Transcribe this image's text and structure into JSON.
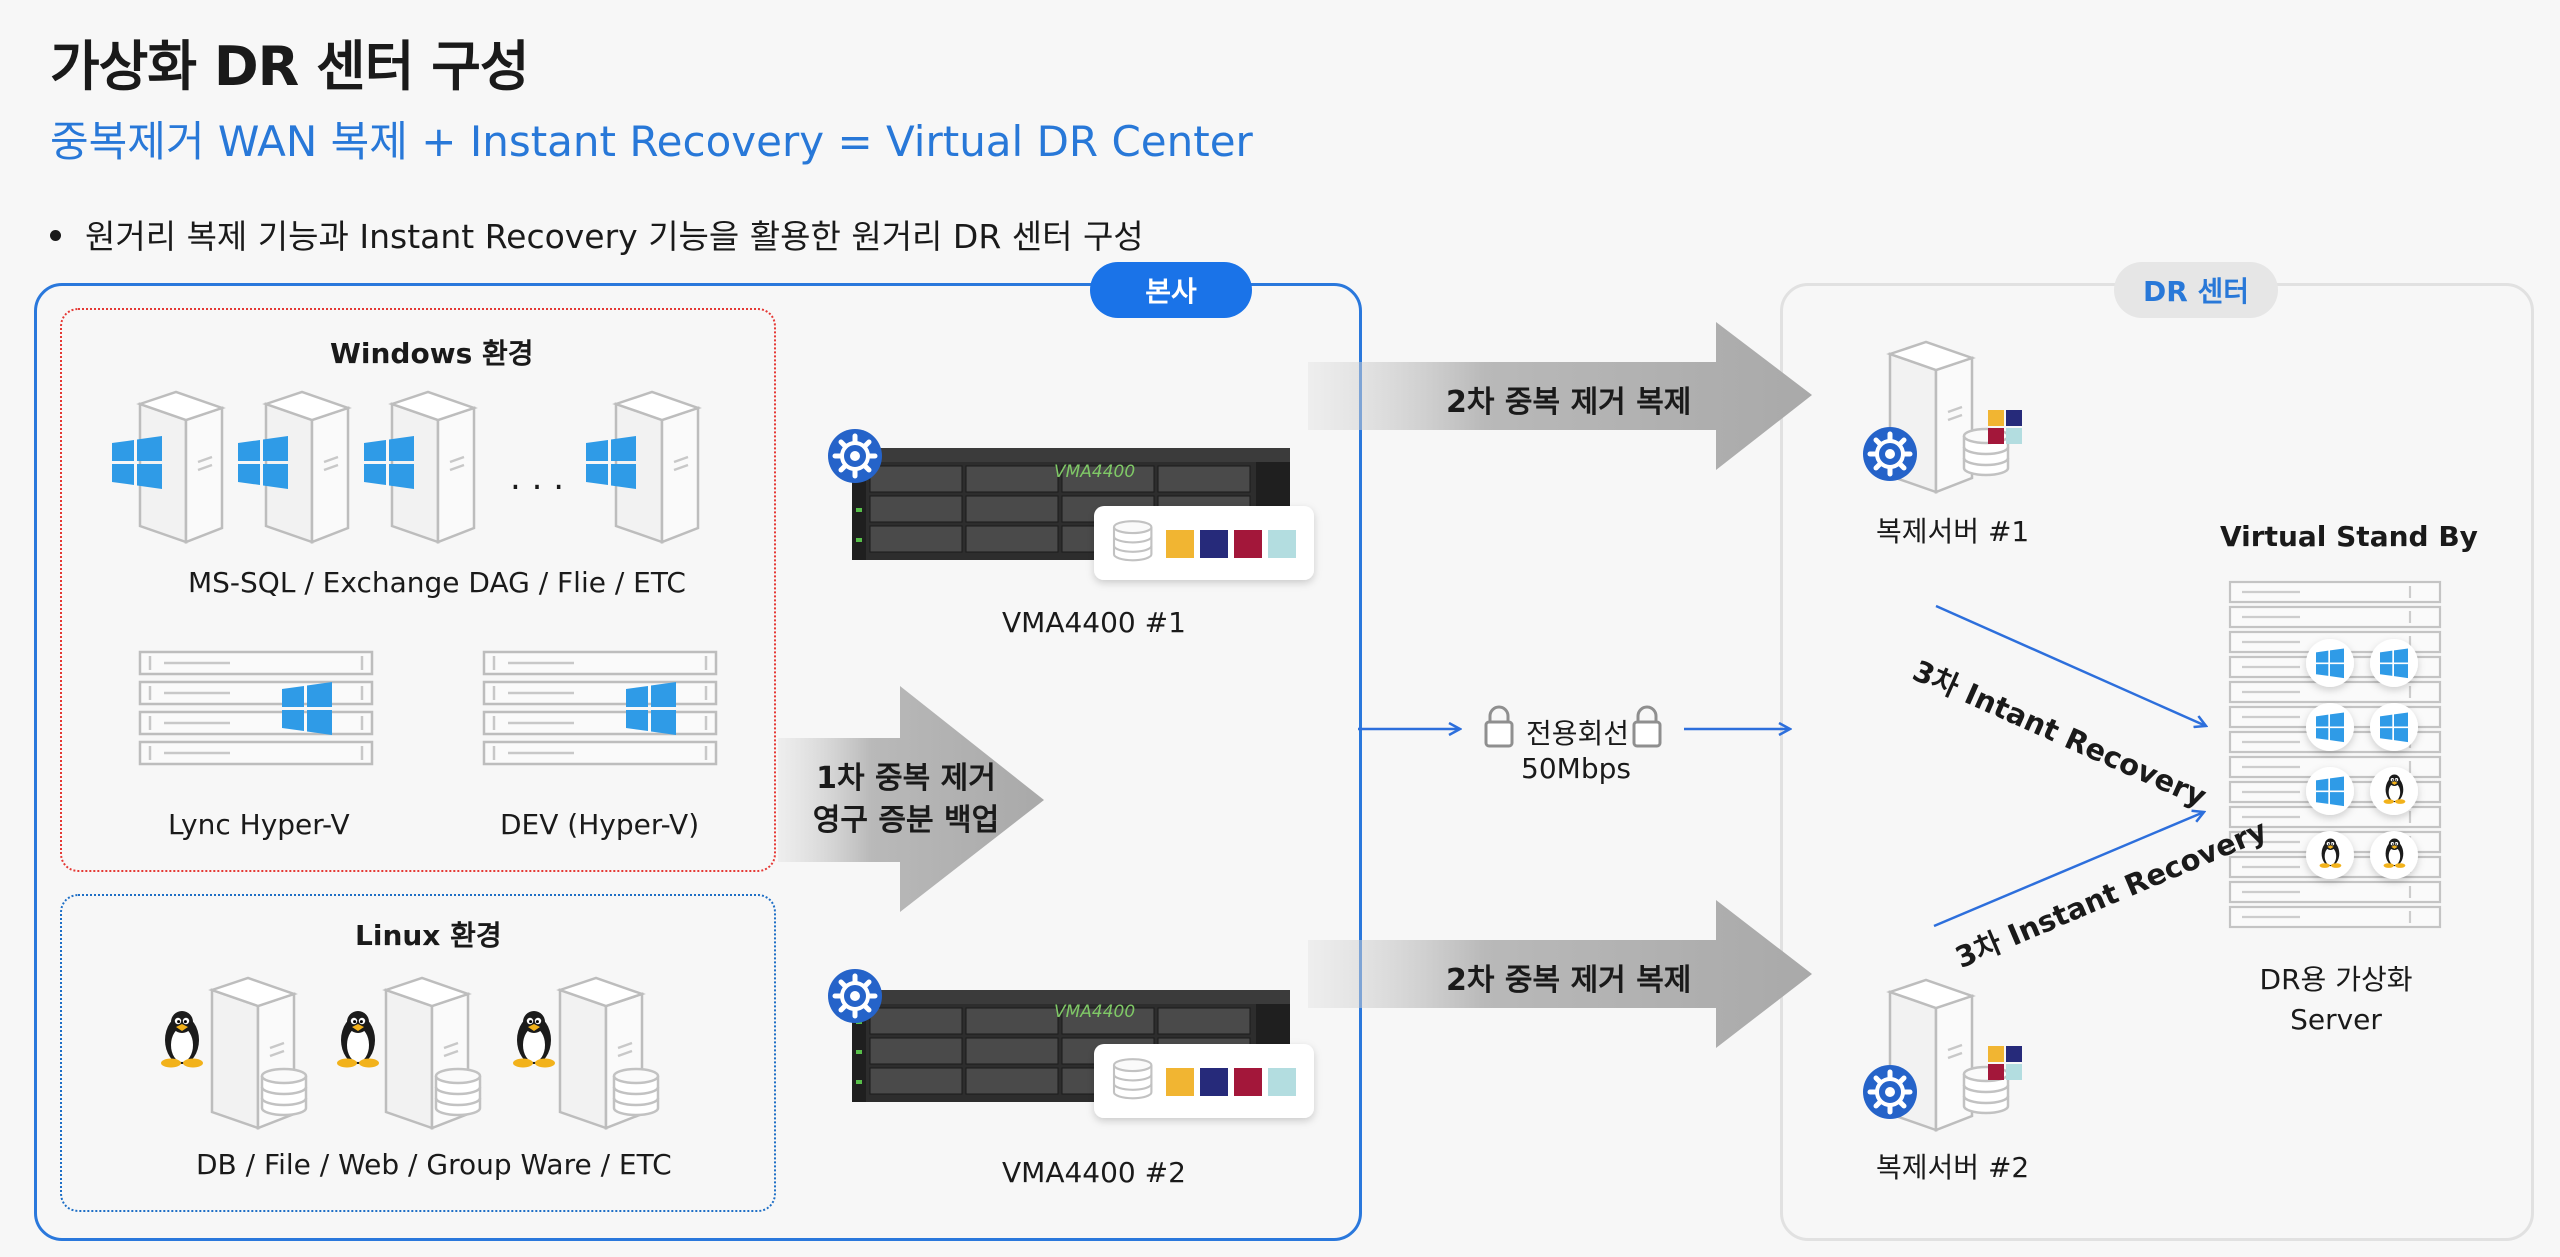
{
  "slide": {
    "title": "가상화 DR 센터 구성",
    "subtitle": "중복제거 WAN 복제 + Instant Recovery = Virtual DR Center",
    "bullet": "원거리 복제 기능과 Instant Recovery 기능을 활용한 원거리 DR 센터 구성"
  },
  "hq": {
    "badge": "본사",
    "windows_box": {
      "title": "Windows 환경",
      "servers_caption": "MS-SQL / Exchange DAG / Flie / ETC",
      "ellipsis": ". . .",
      "rack1_caption": "Lync Hyper-V",
      "rack2_caption": "DEV (Hyper-V)"
    },
    "linux_box": {
      "title": "Linux 환경",
      "servers_caption": "DB / File / Web / Group Ware / ETC"
    },
    "backup_arrow": {
      "line1": "1차 중복 제거",
      "line2": "영구 증분 백업"
    },
    "appliances": [
      {
        "caption": "VMA4400 #1",
        "front_label": "VMA4400"
      },
      {
        "caption": "VMA4400 #2",
        "front_label": "VMA4400"
      }
    ]
  },
  "link": {
    "line1": "전용회선",
    "line2": "50Mbps",
    "replication_arrow": "2차 중복 제거 복제"
  },
  "dr": {
    "badge": "DR 센터",
    "replica1": "복제서버 #1",
    "replica2": "복제서버 #2",
    "standby_title": "Virtual Stand By",
    "recovery_label": "3차 Intant Recovery",
    "recovery_label2": "3차 Instant Recovery",
    "server_caption_line1": "DR용 가상화",
    "server_caption_line2": "Server"
  },
  "colors": {
    "accent_blue": "#1a73e8",
    "subtitle_blue": "#2878d8",
    "windows_box_border": "#e53935",
    "linux_box_border": "#1e6fc6",
    "arrow_gray": "#a9a9a9",
    "swatches": [
      "#f1b532",
      "#262a7a",
      "#a3173a",
      "#b3dde0"
    ]
  },
  "icons": [
    "windows-icon",
    "linux-tux-icon",
    "gear-icon",
    "lock-icon",
    "database-icon",
    "server-tower-icon",
    "rack-server-icon"
  ]
}
